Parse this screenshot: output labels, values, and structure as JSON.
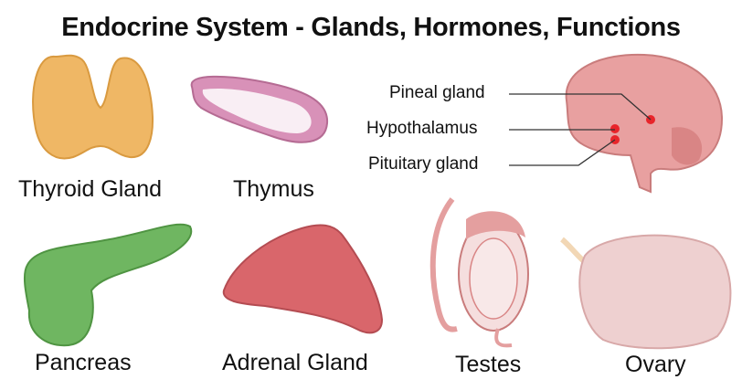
{
  "title": "Endocrine System - Glands, Hormones, Functions",
  "organs": {
    "thyroid": "Thyroid Gland",
    "thymus": "Thymus",
    "pancreas": "Pancreas",
    "adrenal": "Adrenal Gland",
    "testes": "Testes",
    "ovary": "Ovary"
  },
  "brain_labels": {
    "pineal": "Pineal gland",
    "hypothalamus": "Hypothalamus",
    "pituitary": "Pituitary gland"
  },
  "colors": {
    "thyroid": "#efb765",
    "thymus": "#c97aa3",
    "brain": "#e8a0a0",
    "pancreas": "#6fb661",
    "adrenal": "#d9666b",
    "testes": "#e9a2a0",
    "ovary": "#eed0d0"
  }
}
